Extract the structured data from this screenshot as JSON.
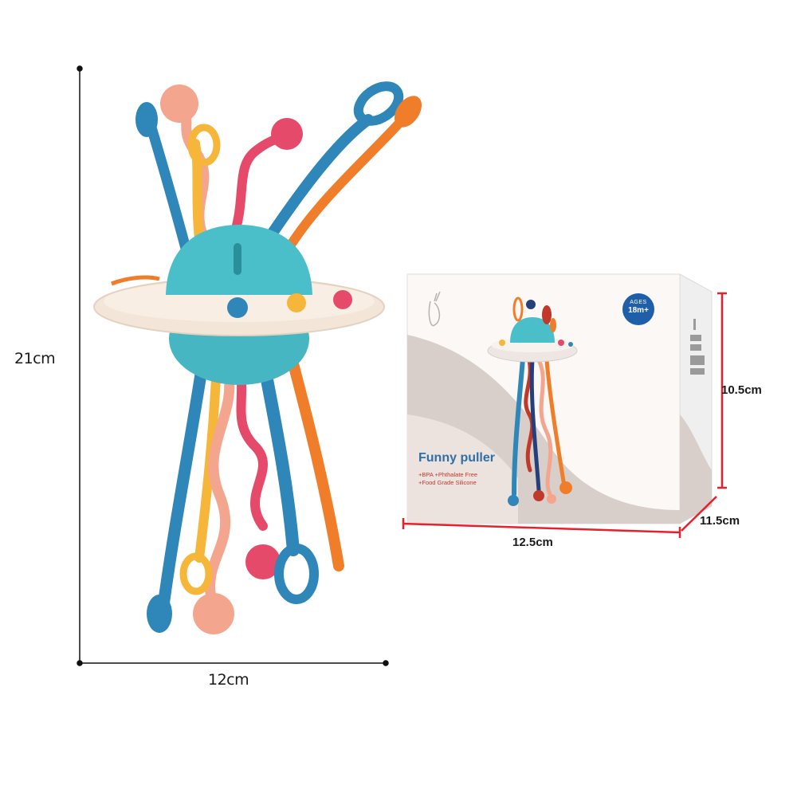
{
  "dimensions": {
    "toy_height": "21cm",
    "toy_width": "12cm",
    "box_height": "10.5cm",
    "box_depth": "11.5cm",
    "box_width": "12.5cm"
  },
  "box": {
    "product_name": "Funny puller",
    "features": [
      "+BPA +Phthalate Free",
      "+Food Grade Silicone"
    ],
    "age_label": "AGES",
    "age_value": "18m+"
  },
  "colors": {
    "dimension_line": "#e8202c",
    "blue": "#2f86b8",
    "orange": "#ef7d2a",
    "pink": "#e64a6a",
    "peach": "#f3a58e",
    "yellow": "#f5b63a",
    "turquoise": "#4bbfc9",
    "cream": "#f3e6d8"
  }
}
